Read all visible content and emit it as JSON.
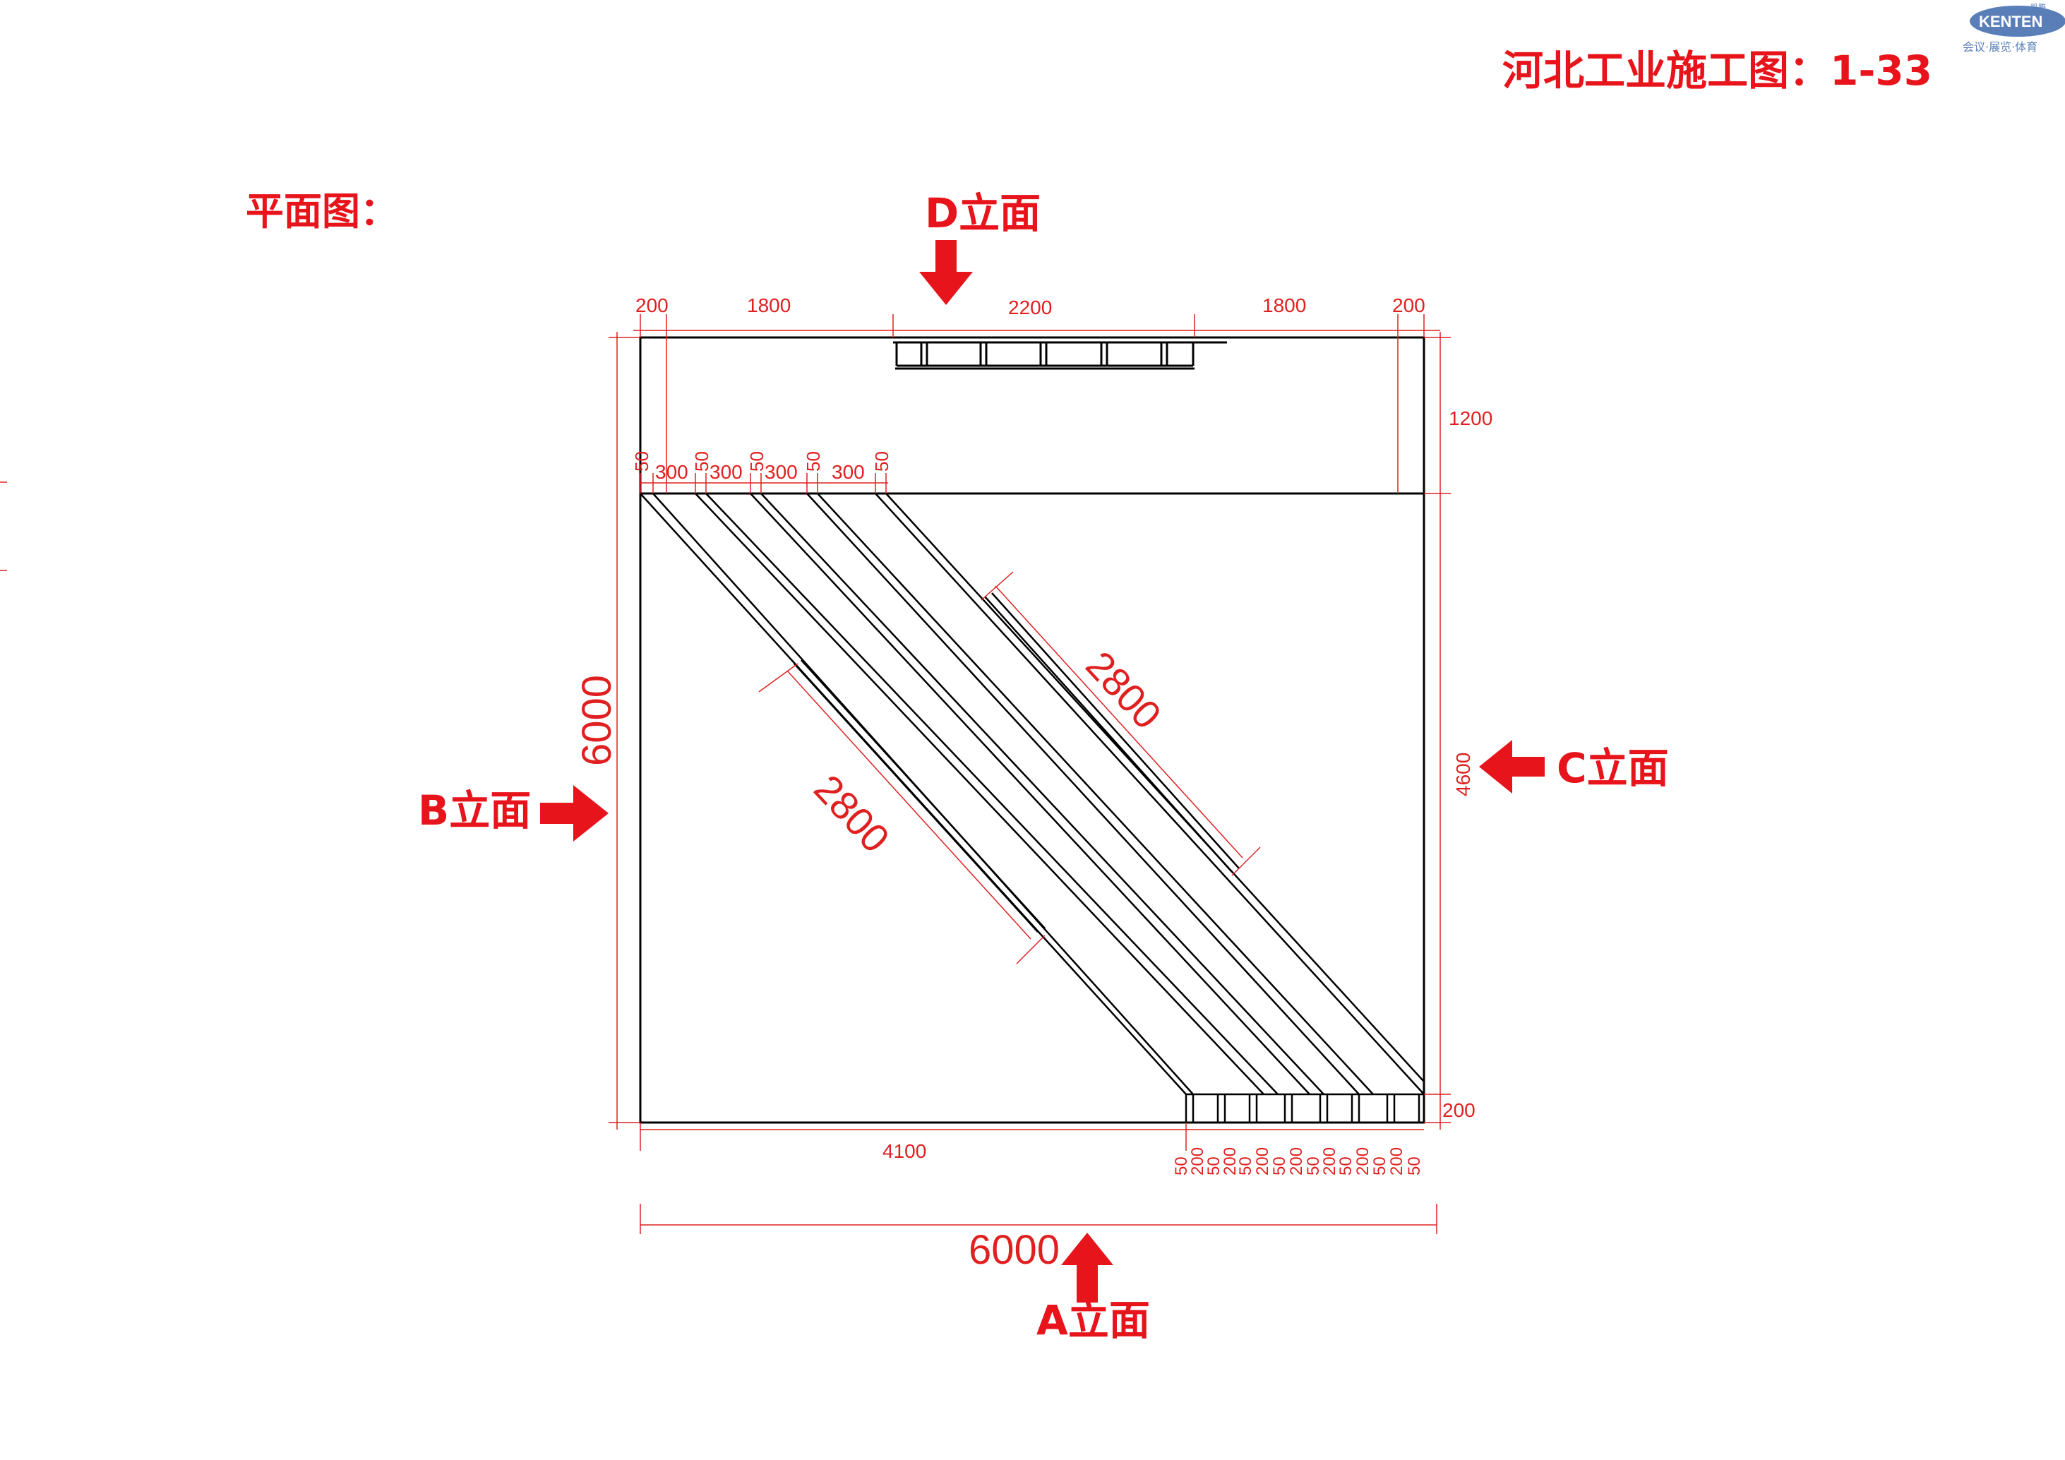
{
  "title": "河北工业施工图：1-33",
  "plan_label": "平面图：",
  "logo": {
    "name": "KENTEN",
    "chinese": "凯腾",
    "tagline": "会议·展览·体育"
  },
  "colors": {
    "annotation": "#e8141b",
    "dimension": "#e02020",
    "linework": "#000000",
    "logo": "#5a7fb8"
  },
  "views": {
    "a": "A立面",
    "b": "B立面",
    "c": "C立面",
    "d": "D立面"
  },
  "dimensions": {
    "top_left_200": "200",
    "top_left_1800": "1800",
    "top_center_2200": "2200",
    "top_right_1800": "1800",
    "top_right_200": "200",
    "right_1200": "1200",
    "right_4600": "4600",
    "right_200": "200",
    "left_6000": "6000",
    "bottom_4100": "4100",
    "bottom_6000": "6000",
    "diagonal_upper": "2800",
    "diagonal_lower": "2800",
    "slat_top": [
      "50",
      "300",
      "50",
      "300",
      "50",
      "300",
      "50",
      "300",
      "50"
    ],
    "slat_bottom": [
      "50",
      "200",
      "50",
      "200",
      "50",
      "200",
      "50",
      "200",
      "50",
      "200",
      "50",
      "200",
      "50",
      "200",
      "50"
    ]
  }
}
